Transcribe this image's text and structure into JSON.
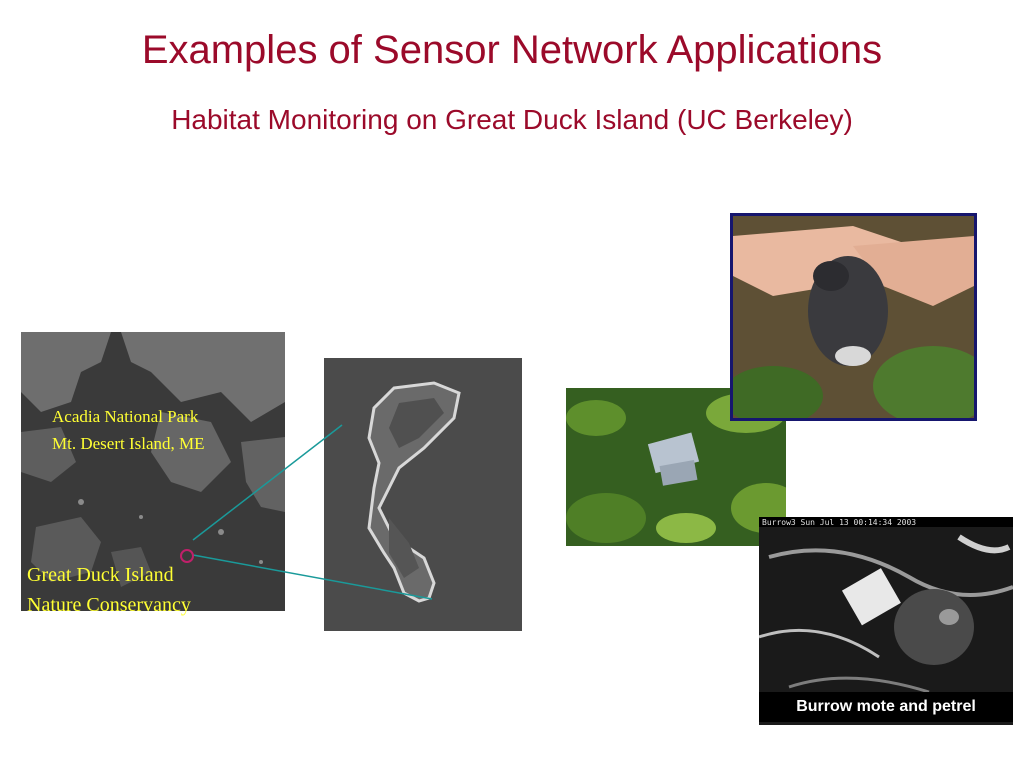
{
  "slide": {
    "title": "Examples of Sensor Network Applications",
    "subtitle": "Habitat Monitoring on Great Duck Island (UC Berkeley)"
  },
  "map": {
    "label_park": "Acadia National Park",
    "label_island": "Mt. Desert Island, ME",
    "label_gdi": "Great Duck Island",
    "label_tnc": "Nature Conservancy"
  },
  "burrow": {
    "timestamp": "Burrow3  Sun Jul 13  00:14:34  2003",
    "caption": "Burrow mote and petrel"
  },
  "colors": {
    "title": "#9b0a2a",
    "map_label": "#ffff33",
    "connector": "#1a9a9a",
    "marker": "#c0206a",
    "bird_frame": "#16166e"
  }
}
